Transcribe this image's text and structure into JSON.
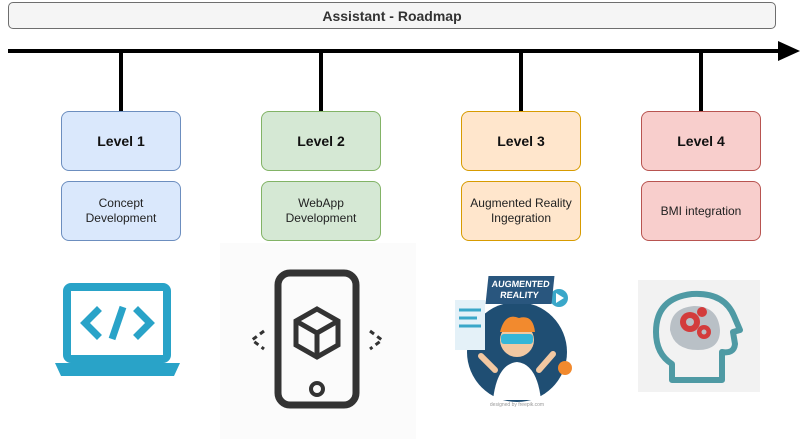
{
  "header": {
    "title": "Assistant - Roadmap"
  },
  "levels": [
    {
      "label": "Level 1",
      "description": "Concept Development",
      "icon": "laptop-code-icon"
    },
    {
      "label": "Level 2",
      "description": "WebApp Development",
      "icon": "phone-cube-icon"
    },
    {
      "label": "Level 3",
      "description": "Augmented Reality Ingegration",
      "icon": "augmented-reality-illustration"
    },
    {
      "label": "Level 4",
      "description": "BMI integration",
      "icon": "brain-gears-icon"
    }
  ],
  "ar_image": {
    "banner": "AUGMENTED REALITY",
    "credit": "designed by freepik.com"
  },
  "colors": {
    "level1_fill": "#dae8fc",
    "level1_border": "#6c8ebf",
    "level2_fill": "#d5e8d4",
    "level2_border": "#82b366",
    "level3_fill": "#ffe6cc",
    "level3_border": "#d79b00",
    "level4_fill": "#f8cecc",
    "level4_border": "#b85450",
    "laptop_icon": "#29a3c8",
    "phone_icon": "#333333"
  }
}
